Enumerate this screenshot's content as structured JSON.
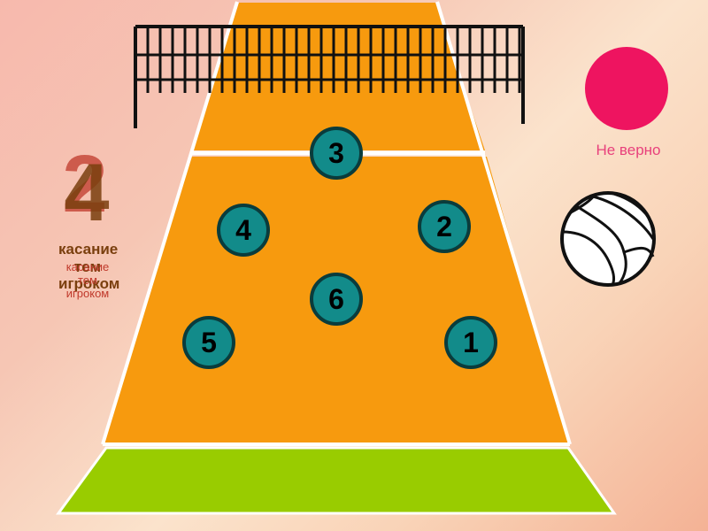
{
  "positions": {
    "p1": "1",
    "p2": "2",
    "p3": "3",
    "p4": "4",
    "p5": "5",
    "p6": "6"
  },
  "left_panel": {
    "number_back": "2",
    "number_front": "4",
    "caption_back": "касание тем игроком",
    "caption_front": "касание тем игроком"
  },
  "answer": {
    "label": "Не верно"
  },
  "colors": {
    "court": "#f79a0e",
    "zone": "#99cc00",
    "circle": "#128b8a",
    "indicator": "#ee1460",
    "answer_text": "#e8417c",
    "number_back": "#c0392b",
    "number_front": "#7a3f0e"
  },
  "icons": {
    "ball": "volleyball-icon",
    "indicator": "red-circle-icon",
    "net": "net-icon"
  }
}
